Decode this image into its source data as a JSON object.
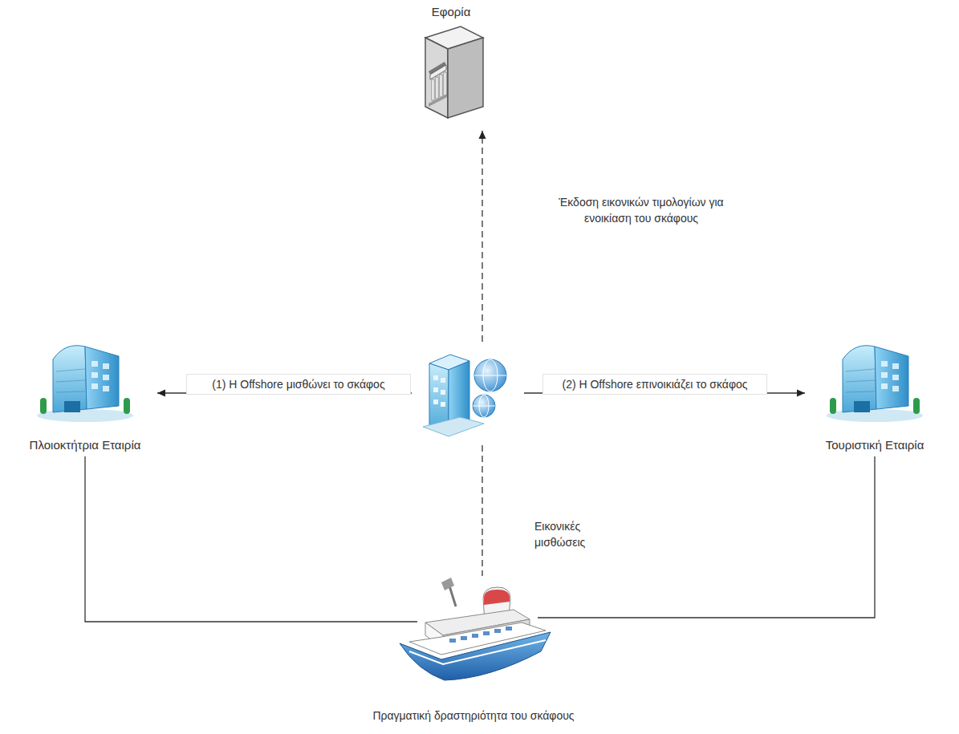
{
  "diagram": {
    "nodes": [
      {
        "text": [
          "Εφορία"
        ]
      },
      {
        "text": [
          "Πλοιοκτήτρια Εταιρία"
        ]
      },
      {
        "text": []
      },
      {
        "text": [
          "Τουριστική Εταιρία"
        ]
      },
      {
        "text": [
          "Πραγματική δραστηριότητα του σκάφους"
        ]
      }
    ],
    "edges": [
      {
        "from": 2,
        "to": 0,
        "label": "Έκδοση εικονικών τιμολογίων για ενοικίαση του σκάφους",
        "arrow": "to"
      },
      {
        "from": 2,
        "to": 1,
        "label": "(1) Η Offshore μισθώνει το σκάφος",
        "arrow": "to"
      },
      {
        "from": 2,
        "to": 3,
        "label": "(2) Η Offshore επινοικιάζει το σκάφος",
        "arrow": "to"
      },
      {
        "from": 2,
        "to": 4,
        "label": "Εικονικές μισθώσεις",
        "arrow": "none"
      },
      {
        "from": 1,
        "to": 4,
        "arrow": "none"
      },
      {
        "from": 3,
        "to": 4,
        "arrow": "none"
      }
    ]
  }
}
